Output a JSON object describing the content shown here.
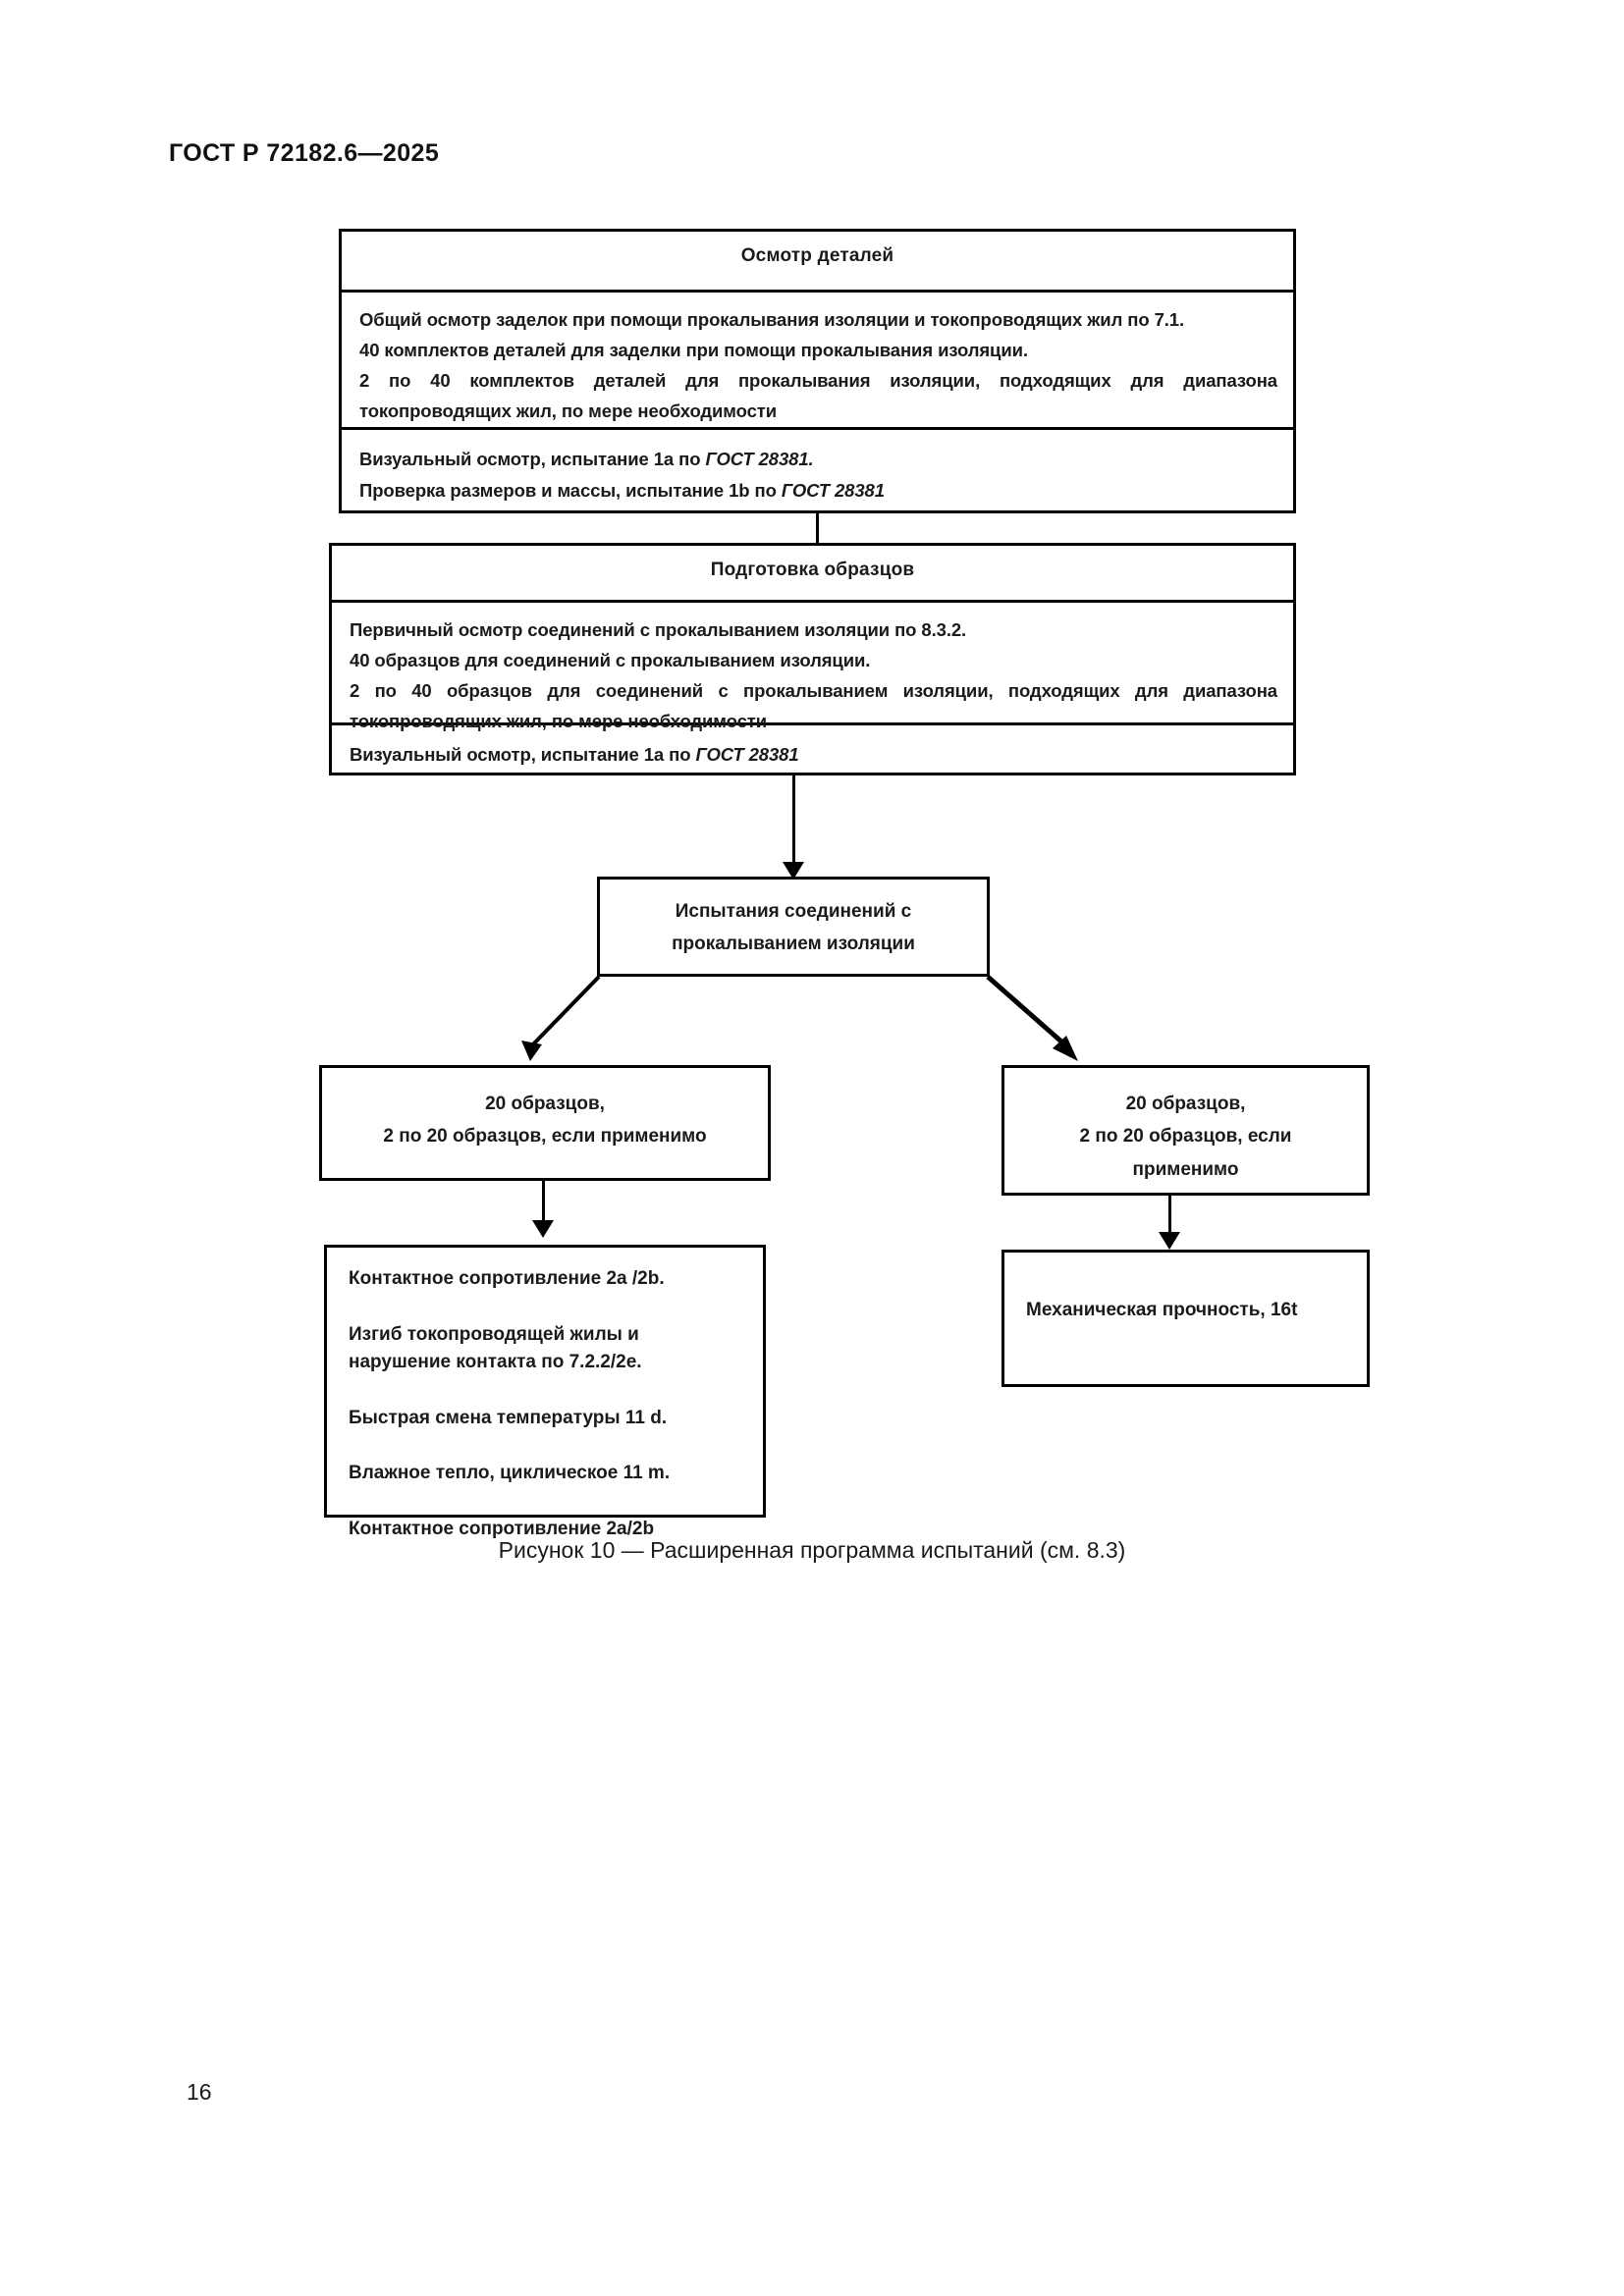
{
  "document": {
    "header": "ГОСТ Р 72182.6—2025",
    "page_number": "16",
    "caption": "Рисунок 10 — Расширенная программа испытаний (см. 8.3)"
  },
  "figure": {
    "inspection_block": {
      "title": "Осмотр деталей",
      "body": [
        "Общий осмотр заделок при помощи прокалывания изоляции и токопроводящих жил по 7.1.",
        "40 комплектов деталей для заделки при помощи прокалывания изоляции.",
        "2 по 40 комплектов деталей для прокалывания изоляции, подходящих для диапазона токопроводящих жил, по мере необходимости"
      ],
      "footer": [
        "Визуальный осмотр, испытание 1а по ",
        "ГОСТ 28381",
        ".",
        "Проверка размеров и массы, испытание 1b по ",
        "ГОСТ 28381"
      ],
      "footer_line1_plain": "Визуальный осмотр, испытание 1а по ",
      "footer_line1_italic": "ГОСТ 28381.",
      "footer_line2_plain": "Проверка размеров и массы, испытание 1b по ",
      "footer_line2_italic": "ГОСТ 28381"
    },
    "preparation_block": {
      "title": "Подготовка образцов",
      "body": [
        "Первичный осмотр соединений с прокалыванием изоляции по 8.3.2.",
        "40 образцов для соединений с прокалыванием изоляции.",
        "2 по 40 образцов для соединений с прокалыванием изоляции, подходящих для диапазона токопроводящих жил, по мере необходимости"
      ],
      "footer_plain": "Визуальный осмотр, испытание 1а по ",
      "footer_italic": "ГОСТ 28381"
    },
    "tests_block": {
      "line1": "Испытания соединений с",
      "line2": "прокалыванием изоляции"
    },
    "left_samples_block": {
      "line1": "20 образцов,",
      "line2": "2 по 20 образцов, если применимо"
    },
    "right_samples_block": {
      "line1": "20 образцов,",
      "line2": "2 по 20 образцов, если",
      "line3": "применимо"
    },
    "left_tests_list": [
      "Контактное сопротивление 2a /2b.",
      "Изгиб токопроводящей жилы и\nнарушение контакта по 7.2.2/2e.",
      "Быстрая смена температуры 11 d.",
      "Влажное тепло, циклическое 11 m.",
      "Контактное сопротивление 2a/2b"
    ],
    "left_tests_list_items": {
      "item0": "Контактное сопротивление 2a /2b.",
      "item1a": "Изгиб токопроводящей жилы и",
      "item1b": "нарушение контакта по 7.2.2/2e.",
      "item2": "Быстрая смена температуры 11 d.",
      "item3": "Влажное тепло, циклическое 11 m.",
      "item4": "Контактное сопротивление 2a/2b"
    },
    "right_test_block": {
      "label": "Механическая прочность, 16t"
    }
  },
  "colors": {
    "ink": "#000000",
    "text": "#1a1a1a",
    "page": "#ffffff"
  }
}
